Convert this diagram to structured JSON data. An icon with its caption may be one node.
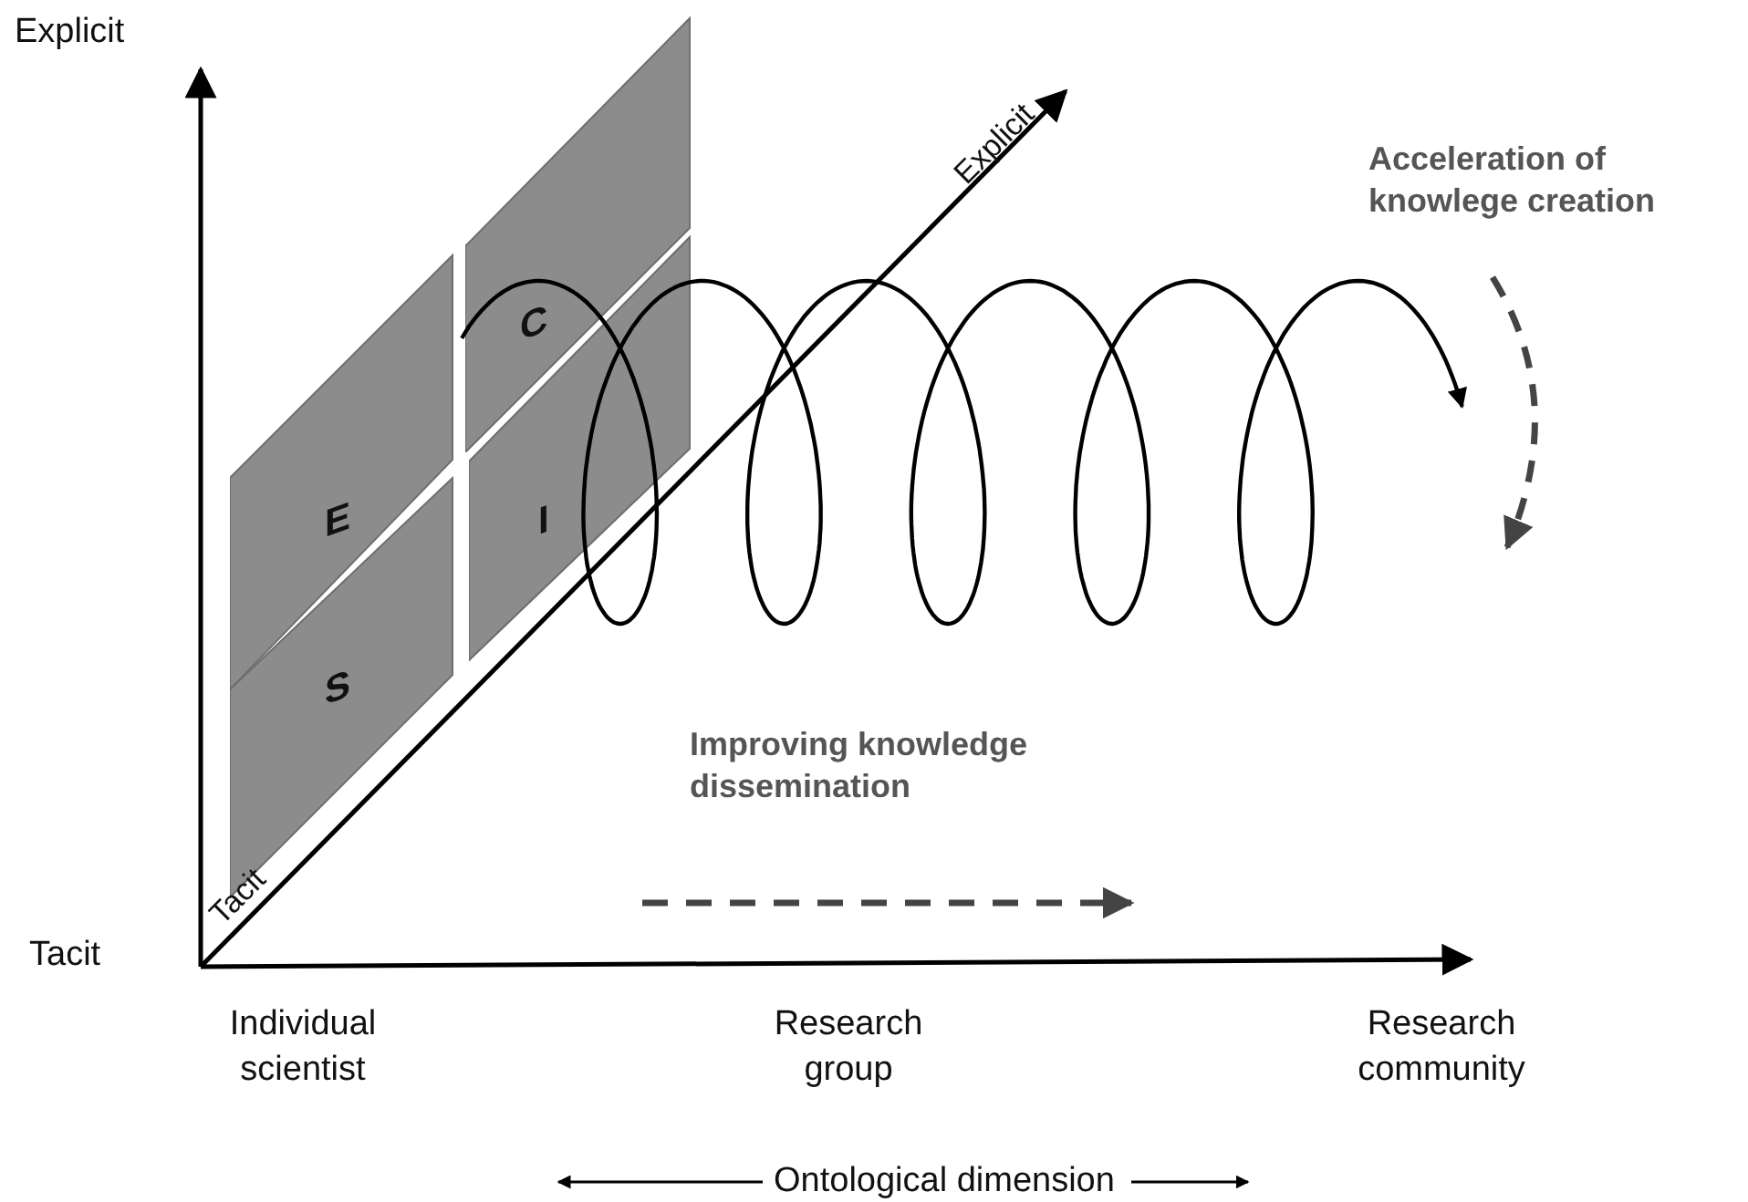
{
  "diagram": {
    "nodes": [
      {
        "text": [
          "C"
        ]
      },
      {
        "text": [
          "E"
        ]
      },
      {
        "text": [
          "I"
        ]
      },
      {
        "text": [
          "S"
        ]
      }
    ],
    "labels": [
      "Explicit",
      "Explicit",
      "Acceleration of knowlege creation",
      "Improving knowledge dissemination",
      "Tacit",
      "Tacit",
      "Individual scientist",
      "Research group",
      "Research community",
      "Ontological dimension"
    ]
  }
}
